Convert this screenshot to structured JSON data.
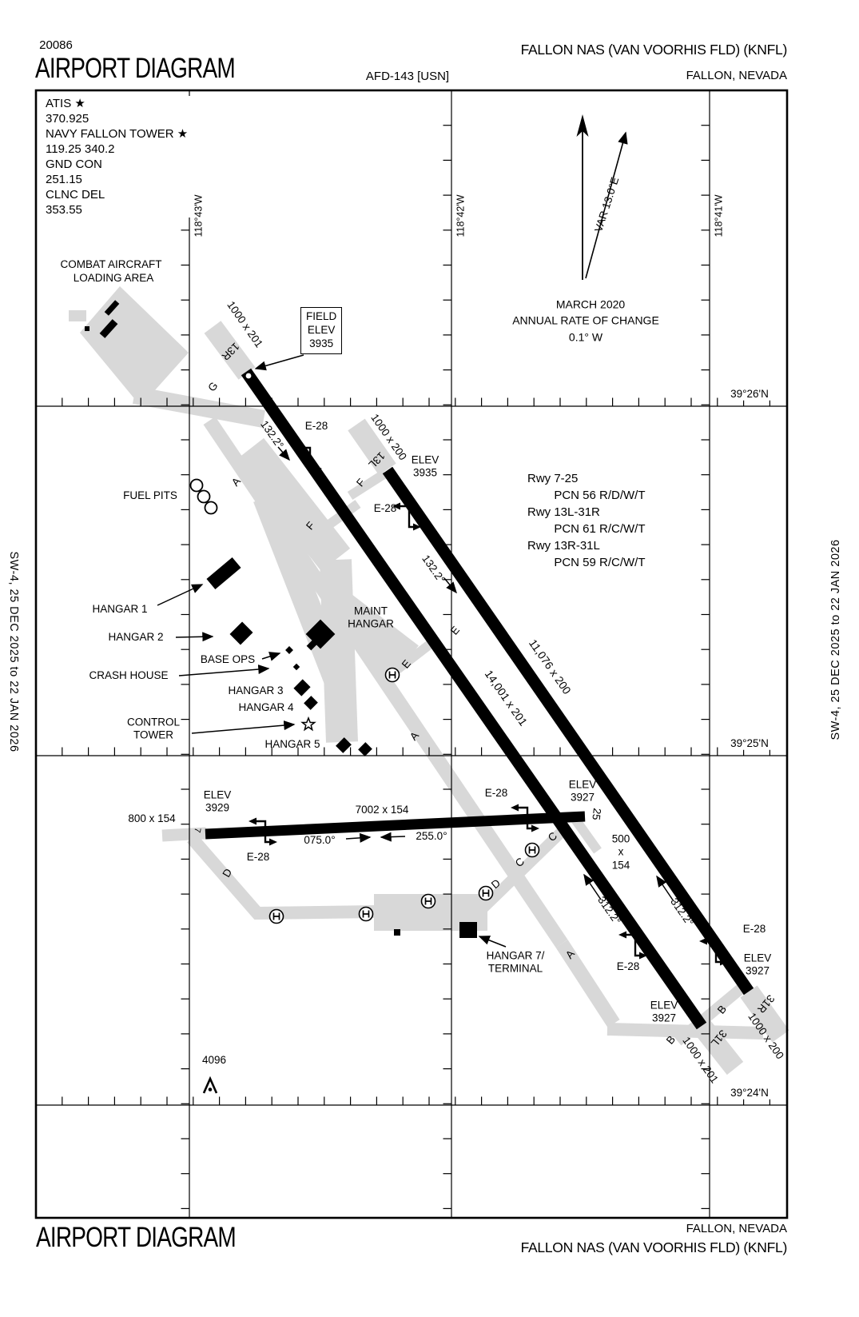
{
  "header": {
    "chart_number": "20086",
    "title": "AIRPORT DIAGRAM",
    "afd_ref": "AFD-143 [USN]",
    "airport_name": "FALLON NAS (VAN VOORHIS FLD) (KNFL)",
    "city_state": "FALLON, NEVADA"
  },
  "footer": {
    "title": "AIRPORT DIAGRAM",
    "airport_name": "FALLON NAS (VAN VOORHIS FLD) (KNFL)",
    "city_state": "FALLON, NEVADA"
  },
  "edition": {
    "left": "SW-4, 25 DEC 2025 to 22 JAN 2026",
    "right": "SW-4, 25 DEC 2025 to 22 JAN 2026"
  },
  "comms": {
    "block": "ATIS ★\n370.925\nNAVY FALLON TOWER ★\n119.25 340.2\nGND CON\n251.15\nCLNC DEL\n353.55"
  },
  "compass": {
    "variation": "VAR 13.0°E",
    "date": "MARCH 2020",
    "rate_label": "ANNUAL RATE OF CHANGE",
    "rate_value": "0.1° W"
  },
  "graticule": {
    "lon": [
      "118°43'W",
      "118°42'W",
      "118°41'W"
    ],
    "lat": [
      "39°26'N",
      "39°25'N",
      "39°24'N"
    ]
  },
  "runway_data_block": "Rwy 7-25\n        PCN 56 R/D/W/T\nRwy 13L-31R\n        PCN 61 R/C/W/T\nRwy 13R-31L\n        PCN 59 R/C/W/T",
  "field_elev_box": "FIELD\nELEV\n3935",
  "elevations": {
    "e3935": "ELEV\n3935",
    "e3929": "ELEV\n3929",
    "e3927": "ELEV\n3927"
  },
  "runway_ids": {
    "r13r": "13R",
    "r13l": "13L",
    "r31l": "31L",
    "r31r": "31R",
    "r25": "25",
    "r7": "7"
  },
  "dimensions": {
    "r13r_31l": "14,001 x 201",
    "r13l_31r": "11,076 x 200",
    "r7_25": "7002 x 154",
    "overrun_201": "1000 x 201",
    "overrun_200": "1000 x 200",
    "overrun_800": "800 x 154",
    "pad_500": "500\nx\n154"
  },
  "headings": {
    "h132": "132.2°",
    "h312": "312.2°",
    "h075": "075.0°",
    "h255": "255.0°"
  },
  "arresting_gear": "E-28",
  "taxiways": {
    "a": "A",
    "b": "B",
    "c": "C",
    "d": "D",
    "e": "E",
    "f": "F",
    "g": "G"
  },
  "facilities": {
    "combat_line1": "COMBAT AIRCRAFT",
    "combat_line2": "LOADING AREA",
    "fuel_pits": "FUEL PITS",
    "hangar1": "HANGAR 1",
    "hangar2": "HANGAR 2",
    "base_ops": "BASE OPS",
    "crash_house": "CRASH HOUSE",
    "hangar3": "HANGAR 3",
    "hangar4": "HANGAR 4",
    "control_tower": "CONTROL\nTOWER",
    "hangar5": "HANGAR 5",
    "maint_hangar": "MAINT\nHANGAR",
    "hangar7": "HANGAR 7/\nTERMINAL"
  },
  "obstacle": {
    "elevation": "4096"
  },
  "colors": {
    "pavement_gray": "#d8d8d8",
    "ink": "#000000"
  }
}
